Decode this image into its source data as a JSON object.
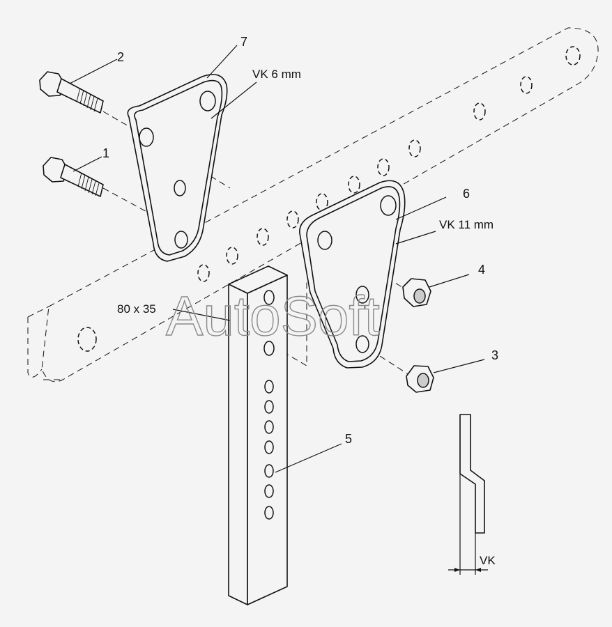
{
  "watermark": "AutoSoft",
  "callouts": [
    {
      "id": "1",
      "text": "1"
    },
    {
      "id": "2",
      "text": "2"
    },
    {
      "id": "3",
      "text": "3"
    },
    {
      "id": "4",
      "text": "4"
    },
    {
      "id": "5",
      "text": "5"
    },
    {
      "id": "6",
      "text": "6"
    },
    {
      "id": "7",
      "text": "7"
    }
  ],
  "annotations": {
    "plate7_thickness": "VK 6 mm",
    "plate6_thickness": "VK 11 mm",
    "tube_section": "80 x 35",
    "detail_label": "VK"
  }
}
